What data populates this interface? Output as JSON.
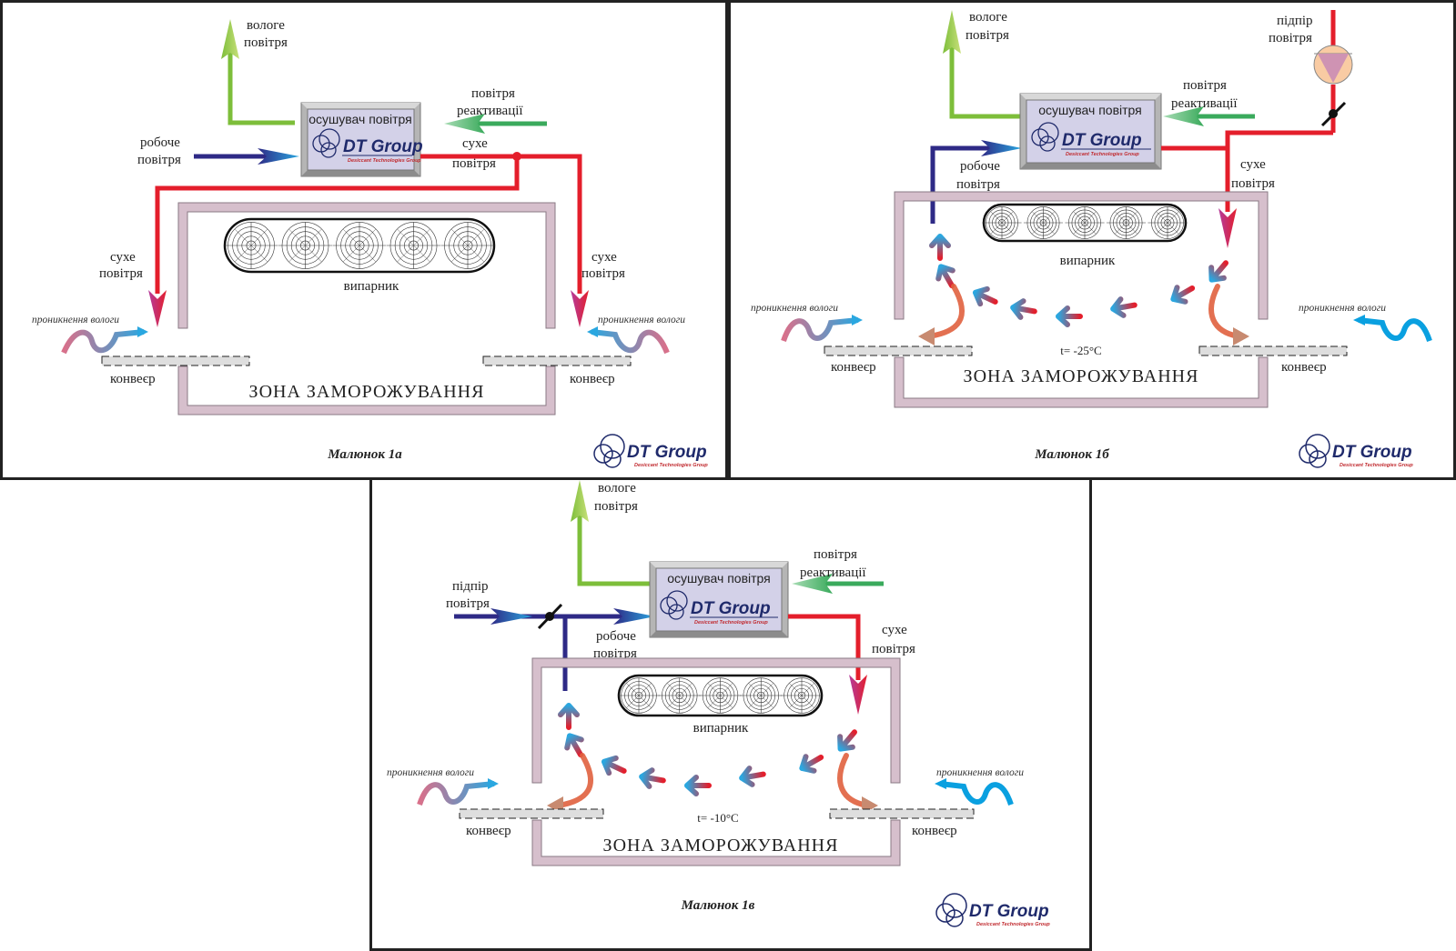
{
  "colors": {
    "dry_air": "#e41e2b",
    "process_air": "#2e2a86",
    "process_air_tip": "#2aa7e0",
    "wet_air": "#7dbe3a",
    "reactivation_air": "#3aaa5c",
    "zone_wall": "#d6bfcc",
    "dehumidifier_fill": "#d3d1e8",
    "dehumidifier_frame": "#b5b5b5",
    "conveyor_fill": "#dedede",
    "logo_blue": "#1f2a6b",
    "logo_red": "#c0282d"
  },
  "labels": {
    "wet_air": [
      "вологе",
      "повітря"
    ],
    "reactivation_air": [
      "повітря",
      "реактивації"
    ],
    "process_air": [
      "робоче",
      "повітря"
    ],
    "dry_air": [
      "сухе",
      "повітря"
    ],
    "makeup_air": [
      "підпір",
      "повітря"
    ],
    "dehumidifier": "осушувач повітря",
    "evaporator": "випарник",
    "moisture_ingress": "проникнення вологи",
    "conveyor": "конвеєр",
    "freezing_zone": "ЗОНА ЗАМОРОЖУВАННЯ"
  },
  "logo": {
    "name": "DT Group",
    "subtitle": "Desiccant Technologies Group"
  },
  "panels": [
    {
      "id": "1a",
      "caption": "Малюнок 1а",
      "temperature": null
    },
    {
      "id": "1b",
      "caption": "Малюнок 1б",
      "temperature": "t= -25°C"
    },
    {
      "id": "1c",
      "caption": "Малюнок 1в",
      "temperature": "t= -10°C"
    }
  ]
}
